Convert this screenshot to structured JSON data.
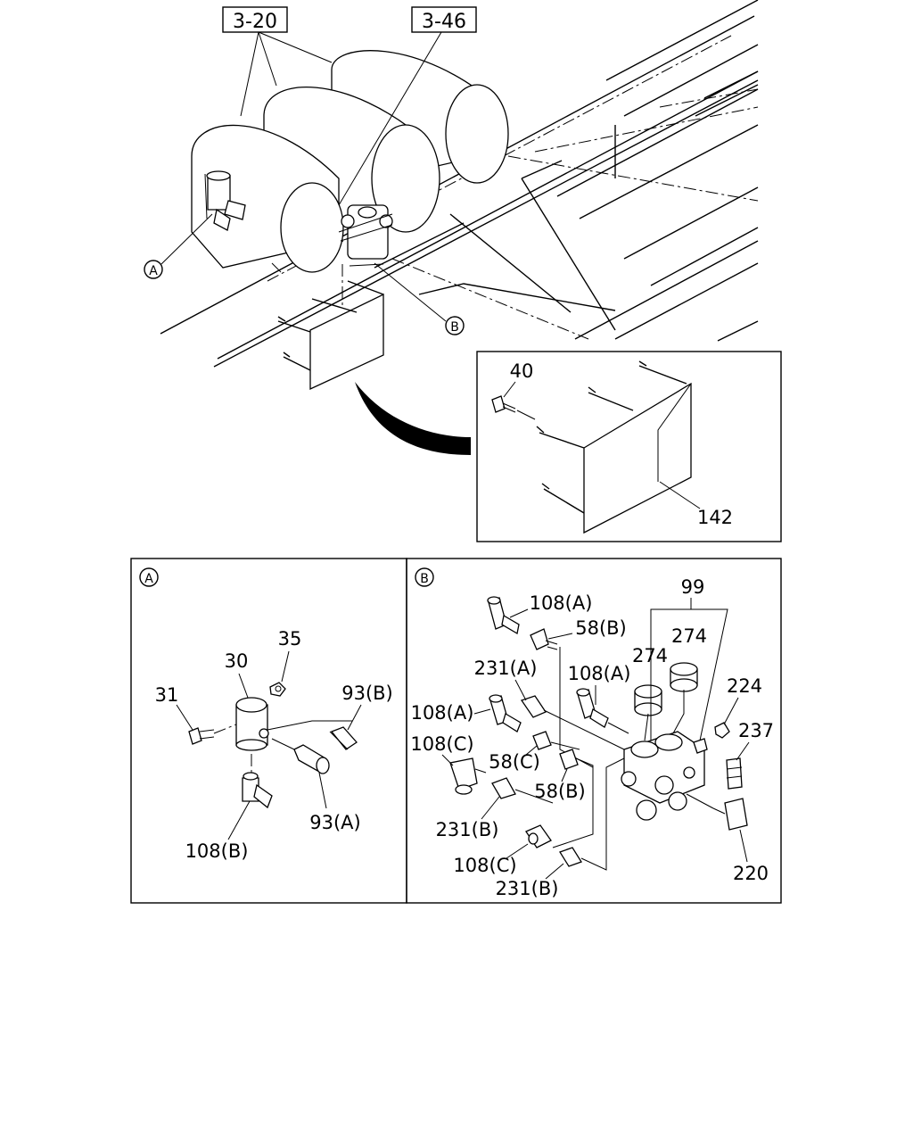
{
  "references": [
    {
      "id": "ref-3-20",
      "text": "3-20"
    },
    {
      "id": "ref-3-46",
      "text": "3-46"
    }
  ],
  "detail_markers": {
    "a": "A",
    "b": "B"
  },
  "inset_labels": {
    "p40": "40",
    "p142": "142"
  },
  "panel_a": {
    "marker": "A",
    "labels": {
      "p35": "35",
      "p30": "30",
      "p31": "31",
      "p93b": "93(B)",
      "p93a": "93(A)",
      "p108b": "108(B)"
    }
  },
  "panel_b": {
    "marker": "B",
    "labels": {
      "p99": "99",
      "p108a_1": "108(A)",
      "p58b_1": "58(B)",
      "p274_1": "274",
      "p274_2": "274",
      "p231a": "231(A)",
      "p108a_2": "108(A)",
      "p224": "224",
      "p108a_3": "108(A)",
      "p237": "237",
      "p108c_1": "108(C)",
      "p58c": "58(C)",
      "p58b_2": "58(B)",
      "p231b_1": "231(B)",
      "p108c_2": "108(C)",
      "p231b_2": "231(B)",
      "p220": "220"
    }
  }
}
